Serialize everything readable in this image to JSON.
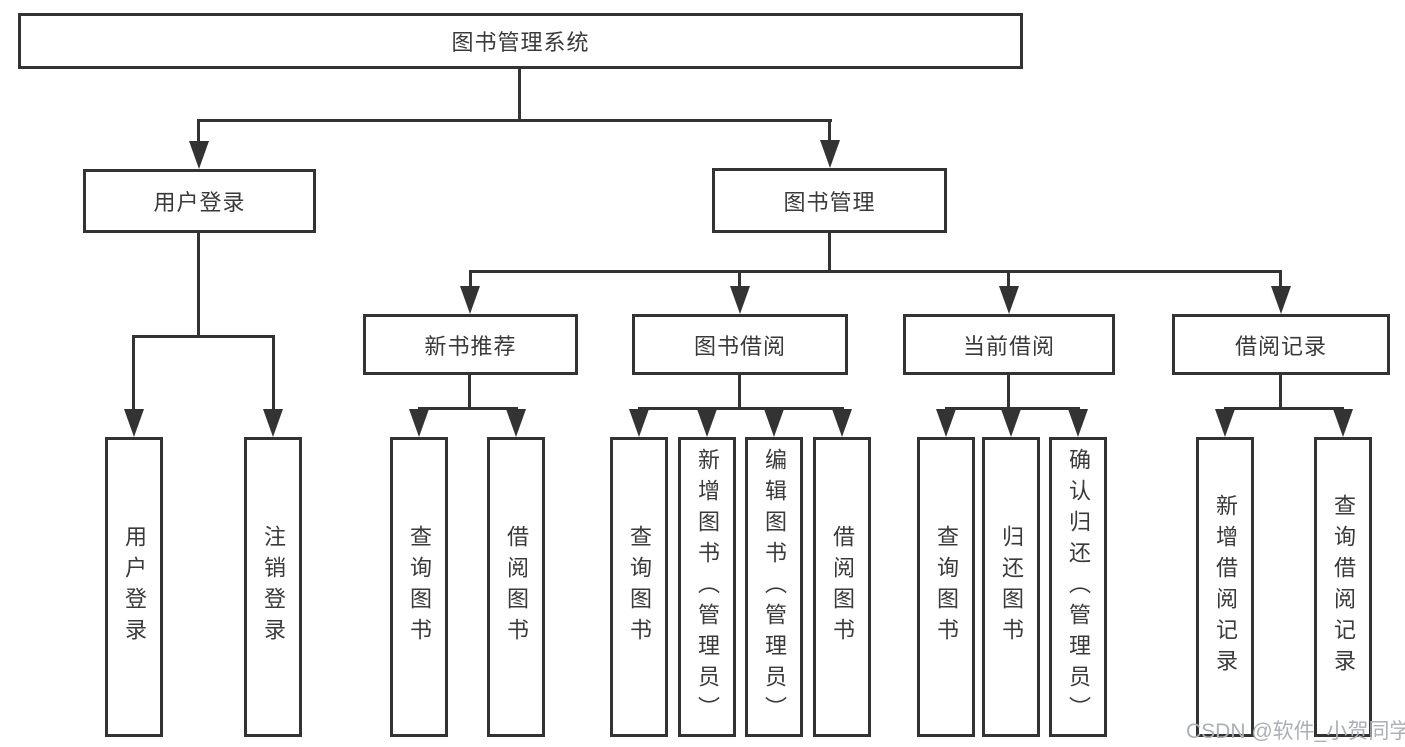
{
  "diagram": {
    "root": {
      "label": "图书管理系统",
      "children": [
        {
          "label": "用户登录",
          "children": [
            {
              "label": "用户登录"
            },
            {
              "label": "注销登录"
            }
          ]
        },
        {
          "label": "图书管理",
          "children": [
            {
              "label": "新书推荐",
              "children": [
                {
                  "label": "查询图书"
                },
                {
                  "label": "借阅图书"
                }
              ]
            },
            {
              "label": "图书借阅",
              "children": [
                {
                  "label": "查询图书"
                },
                {
                  "label": "新增图书（管理员）"
                },
                {
                  "label": "编辑图书（管理员）"
                },
                {
                  "label": "借阅图书"
                }
              ]
            },
            {
              "label": "当前借阅",
              "children": [
                {
                  "label": "查询图书"
                },
                {
                  "label": "归还图书"
                },
                {
                  "label": "确认归还（管理员）"
                }
              ]
            },
            {
              "label": "借阅记录",
              "children": [
                {
                  "label": "新增借阅记录"
                },
                {
                  "label": "查询借阅记录"
                }
              ]
            }
          ]
        }
      ]
    }
  },
  "watermark": {
    "text": "CSDN @软件_小贺同学"
  },
  "colors": {
    "line": "#333333",
    "text": "#3a3a3a",
    "background": "#ffffff",
    "watermark": "#aab0b7"
  }
}
